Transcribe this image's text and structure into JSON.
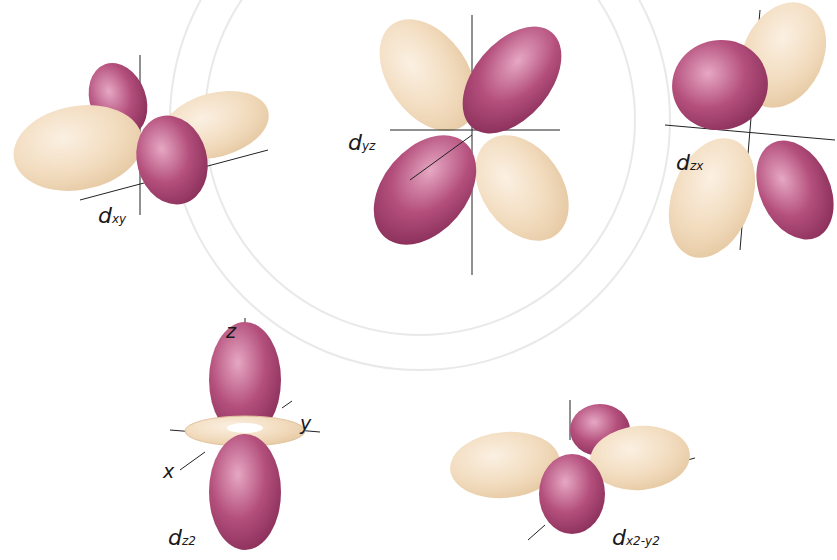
{
  "diagram": {
    "labels": [
      "dxy",
      "dyz",
      "dzx",
      "z",
      "y",
      "x",
      "dz2",
      "dx2-y2"
    ]
  }
}
